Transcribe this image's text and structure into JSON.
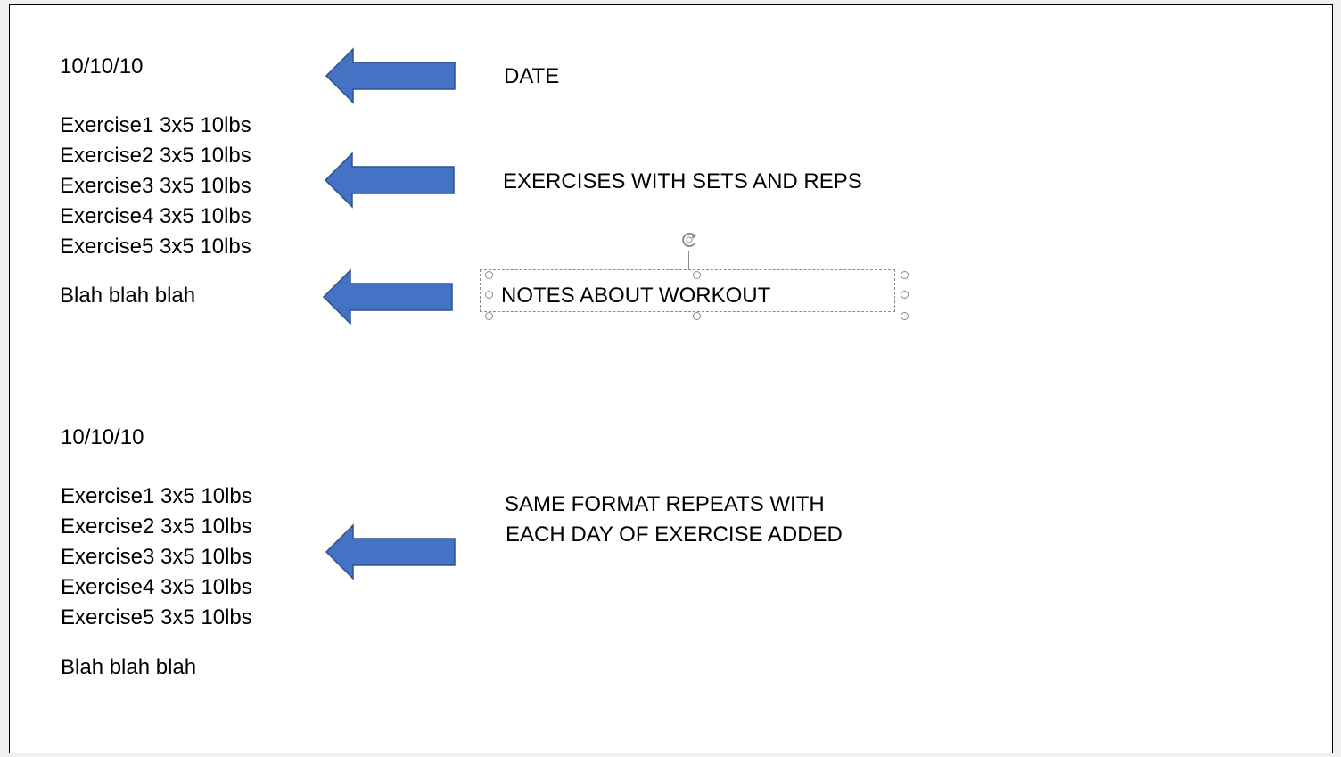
{
  "colors": {
    "arrow_fill": "#4472C4",
    "arrow_stroke": "#2F528F",
    "text": "#000000",
    "selection": "#8C8C8C"
  },
  "icons": {
    "arrow": "left-arrow-icon",
    "rotate": "rotate-handle-icon"
  },
  "entry1": {
    "date": "10/10/10",
    "exercises": [
      "Exercise1 3x5 10lbs",
      "Exercise2 3x5 10lbs",
      "Exercise3 3x5 10lbs",
      "Exercise4 3x5 10lbs",
      "Exercise5 3x5 10lbs"
    ],
    "notes": "Blah blah blah"
  },
  "entry2": {
    "date": "10/10/10",
    "exercises": [
      "Exercise1 3x5 10lbs",
      "Exercise2 3x5 10lbs",
      "Exercise3 3x5 10lbs",
      "Exercise4 3x5 10lbs",
      "Exercise5 3x5 10lbs"
    ],
    "notes": "Blah blah blah"
  },
  "labels": {
    "date": "DATE",
    "exercises": "EXERCISES WITH SETS AND REPS",
    "notes": "NOTES ABOUT WORKOUT",
    "repeat_line1": "SAME FORMAT REPEATS WITH",
    "repeat_line2": "EACH DAY OF EXERCISE ADDED"
  }
}
